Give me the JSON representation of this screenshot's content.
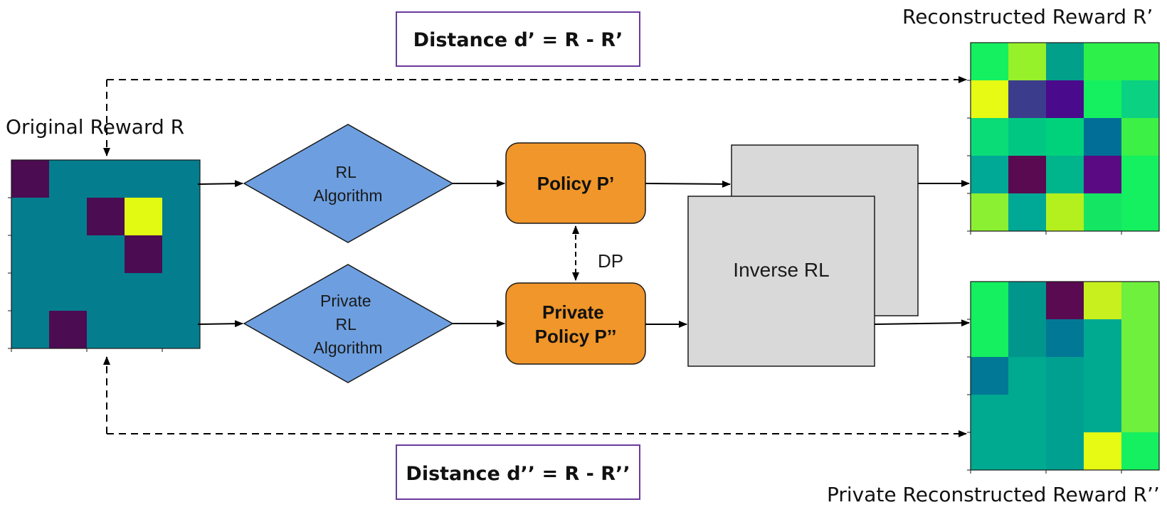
{
  "labels": {
    "original_reward": "Original Reward R",
    "reconstructed_reward": "Reconstructed Reward R’",
    "private_reconstructed_reward": "Private Reconstructed Reward R’’",
    "distance_top": "Distance d’ = R - R’",
    "distance_bottom": "Distance d’’ = R - R’’",
    "dp": "DP",
    "inverse_rl": "Inverse RL"
  },
  "diamonds": {
    "rl": [
      "RL",
      "Algorithm"
    ],
    "private_rl": [
      "Private",
      "RL",
      "Algorithm"
    ]
  },
  "policies": {
    "policy": [
      "Policy P’"
    ],
    "private_policy": [
      "Private",
      "Policy P’’"
    ]
  },
  "colors": {
    "diamond_fill": "#6d9fe0",
    "policy_fill": "#f0962a",
    "irl_fill": "#d9d9d9",
    "distance_border": "#6a3a9a"
  },
  "heatmaps": {
    "original": [
      [
        "#4b0c52",
        "#047e8e",
        "#047e8e",
        "#047e8e",
        "#047e8e"
      ],
      [
        "#047e8e",
        "#047e8e",
        "#4b0c52",
        "#e2fa12",
        "#047e8e"
      ],
      [
        "#047e8e",
        "#047e8e",
        "#047e8e",
        "#4b0c52",
        "#047e8e"
      ],
      [
        "#047e8e",
        "#047e8e",
        "#047e8e",
        "#047e8e",
        "#047e8e"
      ],
      [
        "#047e8e",
        "#4b0c52",
        "#047e8e",
        "#047e8e",
        "#047e8e"
      ]
    ],
    "reconstructed": [
      [
        "#14f060",
        "#96f02a",
        "#00a08a",
        "#2ef04a",
        "#2ef04a"
      ],
      [
        "#e6fa14",
        "#3c3c8c",
        "#4a0a8c",
        "#14f060",
        "#0ad282"
      ],
      [
        "#0adc78",
        "#00c882",
        "#00d27c",
        "#006e96",
        "#3cf046"
      ],
      [
        "#00a896",
        "#5a0a50",
        "#00b48c",
        "#5a0a82",
        "#14f060"
      ],
      [
        "#8cf032",
        "#00a896",
        "#b4f01e",
        "#14e664",
        "#14f060"
      ]
    ],
    "private_reconstructed": [
      [
        "#14f060",
        "#00968c",
        "#5a0a50",
        "#c8f01e",
        "#6ef03c"
      ],
      [
        "#14f060",
        "#00968c",
        "#007896",
        "#00aa90",
        "#6ef03c"
      ],
      [
        "#007896",
        "#00aa90",
        "#00a090",
        "#00aa90",
        "#6ef03c"
      ],
      [
        "#00aa90",
        "#00aa90",
        "#00a090",
        "#00aa90",
        "#6ef03c"
      ],
      [
        "#00aa90",
        "#00aa90",
        "#00a090",
        "#e6fa14",
        "#14f060"
      ]
    ]
  }
}
